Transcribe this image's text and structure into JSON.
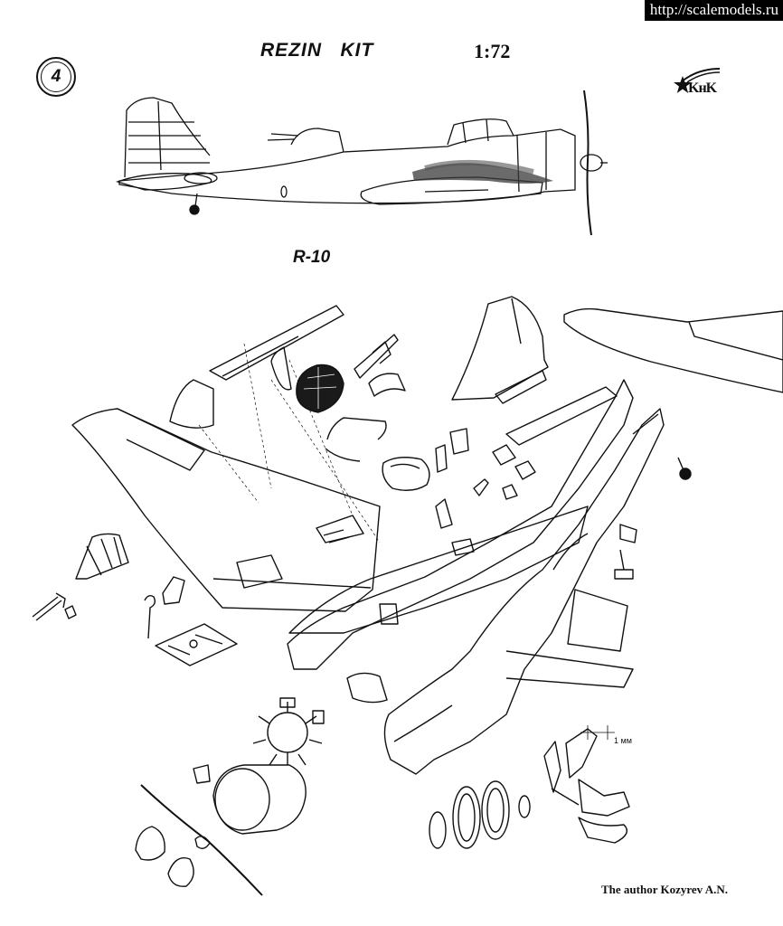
{
  "watermark": {
    "text": "http://scalemodels.ru"
  },
  "header": {
    "kit_title": "REZIN   KIT",
    "scale": "1:72",
    "step_number": "4",
    "logo_text": "KнK"
  },
  "model": {
    "name": "R-10"
  },
  "annotations": {
    "dimension_label": "1 мм"
  },
  "footer": {
    "author": "The author Kozyrev A.N."
  },
  "icons": {
    "step_badge": "circle-number-icon",
    "logo": "star-brand-logo-icon"
  }
}
